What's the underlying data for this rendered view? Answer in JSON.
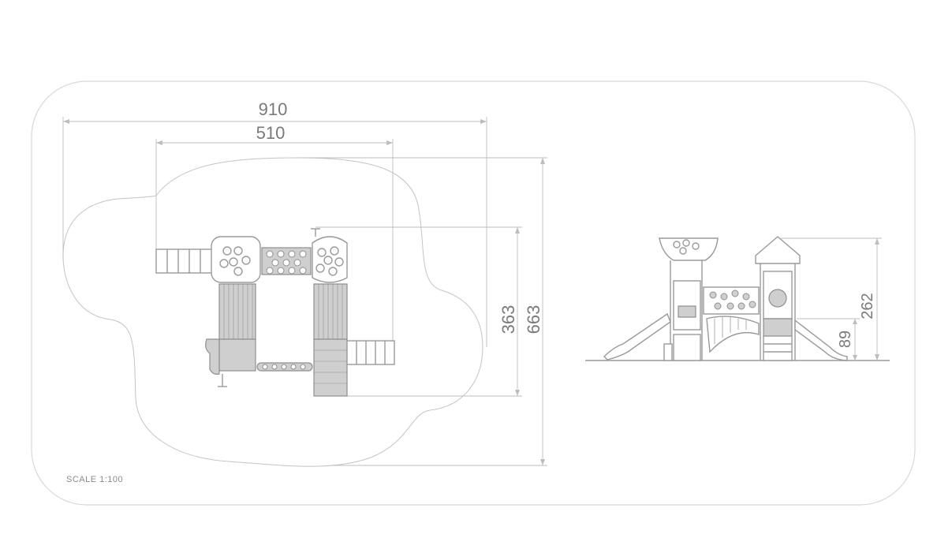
{
  "plan_view": {
    "dimension_width_outer": "910",
    "dimension_width_inner": "510",
    "dimension_depth_inner": "363",
    "dimension_depth_outer": "663"
  },
  "elevation_view": {
    "dimension_total_height": "262",
    "dimension_platform_height": "89"
  },
  "scale_label": "SCALE 1:100",
  "colors": {
    "line": "#c4c4c4",
    "equipment": "#9a9a9a",
    "text": "#7a7a7a"
  }
}
